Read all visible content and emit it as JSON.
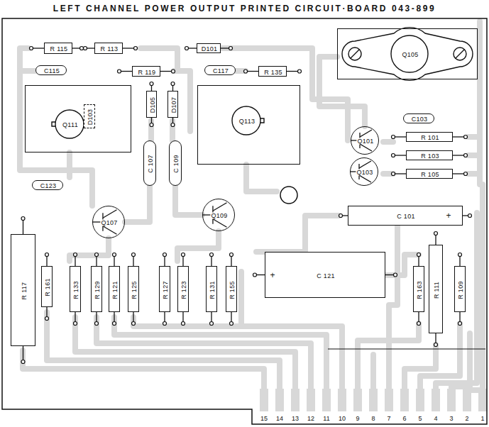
{
  "diagram": {
    "title": "LEFT CHANNEL POWER OUTPUT PRINTED CIRCUIT·BOARD 043-899",
    "nodes": [
      {
        "text": [
          "R 115"
        ]
      },
      {
        "text": [
          "R 113"
        ]
      },
      {
        "text": [
          "D101"
        ]
      },
      {
        "text": [
          "Q105"
        ]
      },
      {
        "text": [
          "C115"
        ]
      },
      {
        "text": [
          "R 119"
        ]
      },
      {
        "text": [
          "C117"
        ]
      },
      {
        "text": [
          "R 135"
        ]
      },
      {
        "text": [
          "Q111"
        ]
      },
      {
        "text": [
          "D103"
        ],
        "in": 8
      },
      {
        "text": [
          "D105"
        ]
      },
      {
        "text": [
          "D107"
        ]
      },
      {
        "text": [
          "Q113"
        ]
      },
      {
        "text": [
          "C103"
        ]
      },
      {
        "text": [
          "Q101"
        ]
      },
      {
        "text": [
          "R 101"
        ]
      },
      {
        "text": [
          "R 103"
        ]
      },
      {
        "text": [
          "Q103"
        ]
      },
      {
        "text": [
          "R 105"
        ]
      },
      {
        "text": [
          "C 107"
        ]
      },
      {
        "text": [
          "C 109"
        ]
      },
      {
        "text": [
          "C123"
        ]
      },
      {
        "text": [
          "C 101"
        ]
      },
      {
        "text": [
          "Q107"
        ]
      },
      {
        "text": [
          "Q109"
        ]
      },
      {
        "text": [
          "R 117"
        ]
      },
      {
        "text": [
          "R 161"
        ]
      },
      {
        "text": [
          "R 133"
        ]
      },
      {
        "text": [
          "R 129"
        ]
      },
      {
        "text": [
          "R 121"
        ]
      },
      {
        "text": [
          "R 125"
        ]
      },
      {
        "text": [
          "R 127"
        ]
      },
      {
        "text": [
          "R 123"
        ]
      },
      {
        "text": [
          "R 131"
        ]
      },
      {
        "text": [
          "R 155"
        ]
      },
      {
        "text": [
          "C 121"
        ]
      },
      {
        "text": [
          "R 163"
        ]
      },
      {
        "text": [
          "R 111"
        ]
      },
      {
        "text": [
          "R 109"
        ]
      }
    ],
    "labels": [
      "+",
      "+",
      "15",
      "14",
      "13",
      "12",
      "11",
      "10",
      "9",
      "8",
      "7",
      "6",
      "5",
      "4",
      "3",
      "2",
      "1"
    ]
  }
}
